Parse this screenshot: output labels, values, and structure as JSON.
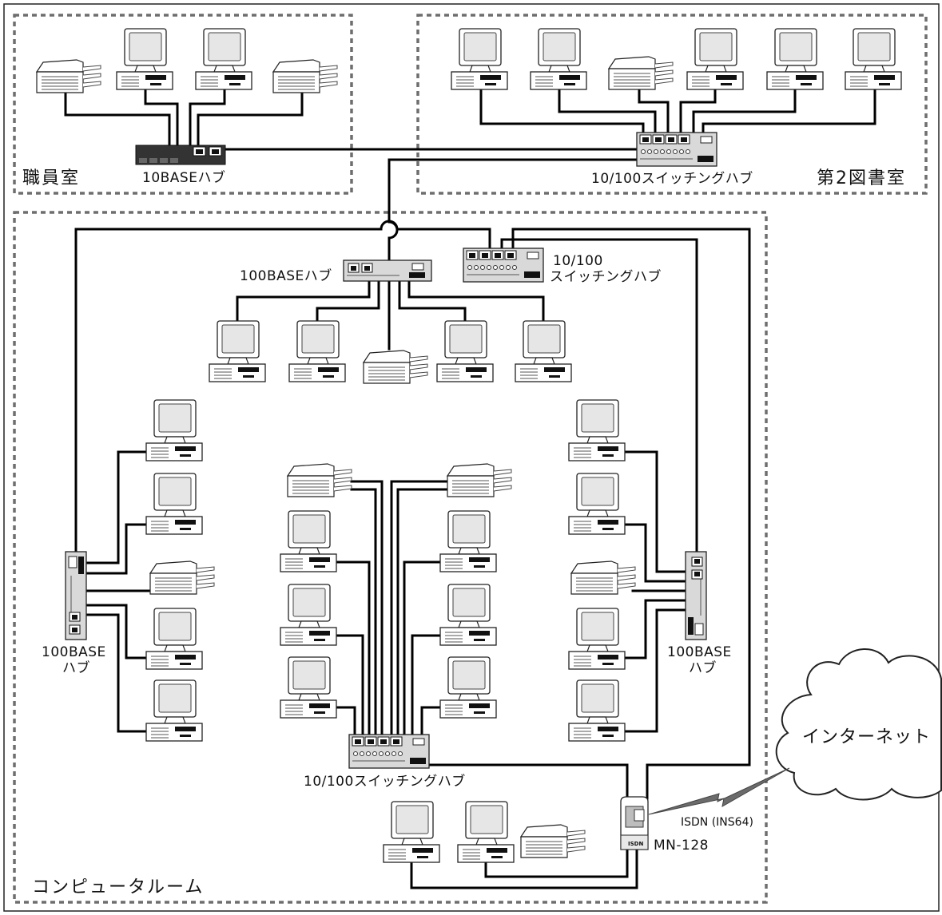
{
  "zones": {
    "staff_room": "職員室",
    "library": "第2図書室",
    "computer_room": "コンピュータルーム"
  },
  "devices": {
    "staff_hub": "10BASEハブ",
    "library_switch": "10/100スイッチングハブ",
    "center_hub": "100BASEハブ",
    "center_switch_line1": "10/100",
    "center_switch_line2": "スイッチングハブ",
    "left_hub_line1": "100BASE",
    "left_hub_line2": "ハブ",
    "right_hub_line1": "100BASE",
    "right_hub_line2": "ハブ",
    "bottom_switch": "10/100スイッチングハブ",
    "router": "MN-128",
    "router_badge": "ISDN"
  },
  "internet": {
    "cloud": "インターネット",
    "line": "ISDN (INS64)"
  }
}
